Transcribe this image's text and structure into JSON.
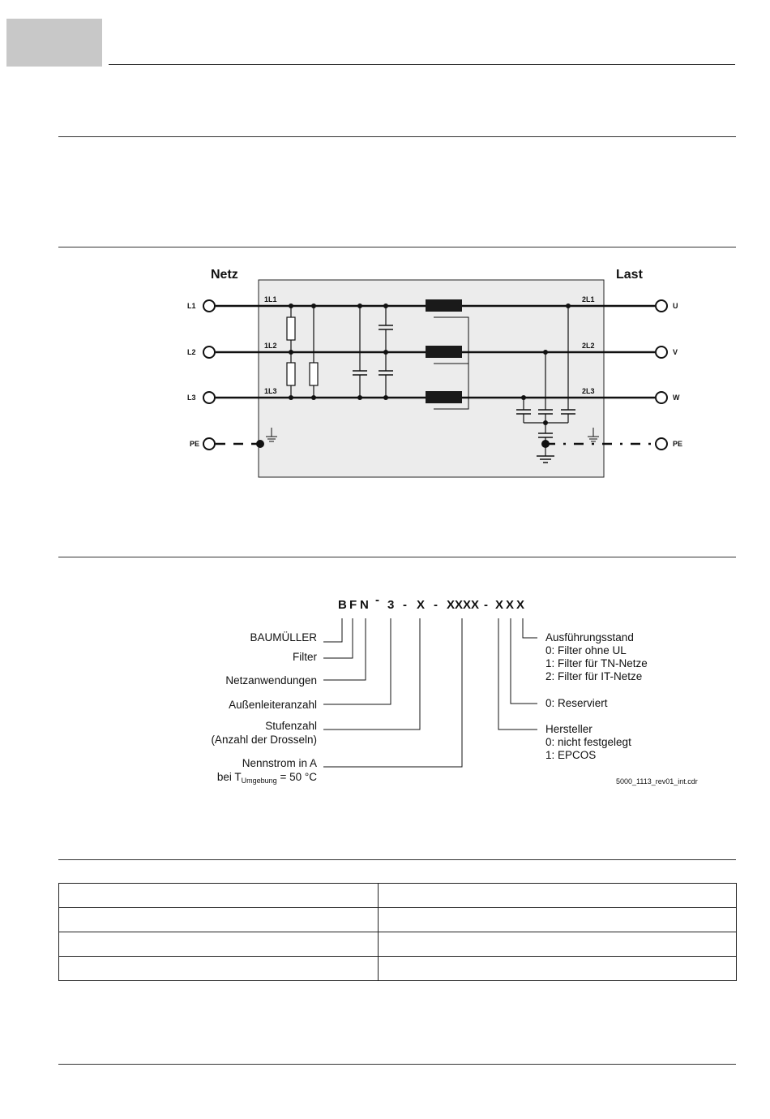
{
  "schematic": {
    "left_heading": "Netz",
    "right_heading": "Last",
    "input_terminals": [
      "L1",
      "L2",
      "L3",
      "PE"
    ],
    "output_terminals": [
      "U",
      "V",
      "W",
      "PE"
    ],
    "inner_labels_in": [
      "1L1",
      "1L2",
      "1L3"
    ],
    "inner_labels_out": [
      "2L1",
      "2L2",
      "2L3"
    ],
    "box_color": "#ececec",
    "choke_color": "#1a1a1a"
  },
  "type_code": {
    "code": {
      "b": "B",
      "f": "F",
      "n": "N",
      "d1": "-",
      "three": "3",
      "d2": "-",
      "x": "X",
      "d3": "-",
      "xxxx": "XXXX",
      "d4": "-",
      "x1": "X",
      "x2": "X",
      "x3": "X"
    },
    "left_labels": {
      "baumueller": "BAUMÜLLER",
      "filter": "Filter",
      "netz": "Netzanwendungen",
      "aussen": "Außenleiteranzahl",
      "stufen1": "Stufenzahl",
      "stufen2": "(Anzahl der Drosseln)",
      "nenn1": "Nennstrom in A",
      "nenn2_pre": "bei T",
      "nenn2_sub": "Umgebung",
      "nenn2_post": " = 50 °C"
    },
    "right_labels": {
      "ausf_title": "Ausführungsstand",
      "ausf_0": "0: Filter ohne UL",
      "ausf_1": "1: Filter für TN-Netze",
      "ausf_2": "2: Filter für IT-Netze",
      "reserviert": "0: Reserviert",
      "hersteller_title": "Hersteller",
      "hersteller_0": "0: nicht festgelegt",
      "hersteller_1": "1: EPCOS"
    },
    "file_ref": "5000_1113_rev01_int.cdr"
  },
  "table": {
    "rows": [
      [
        "",
        ""
      ],
      [
        "",
        ""
      ],
      [
        "",
        ""
      ],
      [
        "",
        ""
      ]
    ]
  },
  "colors": {
    "tab_gray": "#c8c8c8",
    "line": "#333333"
  }
}
